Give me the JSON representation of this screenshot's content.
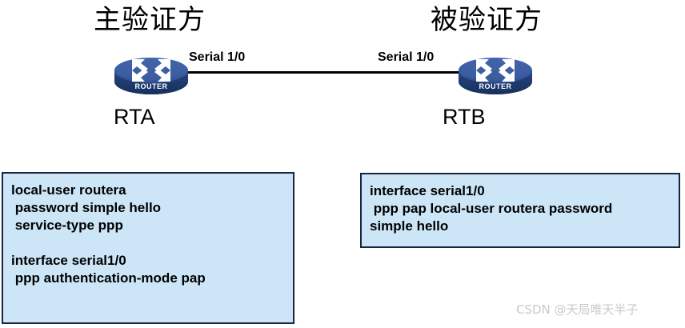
{
  "diagram": {
    "titles": {
      "authenticator": "主验证方",
      "authenticatee": "被验证方"
    },
    "devices": [
      {
        "id": "rta",
        "name": "RTA",
        "icon": "router-icon",
        "icon_label": "ROUTER"
      },
      {
        "id": "rtb",
        "name": "RTB",
        "icon": "router-icon",
        "icon_label": "ROUTER"
      }
    ],
    "link": {
      "left_interface": "Serial 1/0",
      "right_interface": "Serial 1/0"
    },
    "config_boxes": [
      {
        "id": "rta",
        "lines": [
          "local-user routera",
          " password simple hello",
          " service-type ppp",
          "",
          "interface serial1/0",
          " ppp authentication-mode pap"
        ]
      },
      {
        "id": "rtb",
        "lines": [
          "interface serial1/0",
          " ppp pap local-user routera password",
          "simple hello"
        ]
      }
    ],
    "watermark": "CSDN @天局唯天半子",
    "colors": {
      "router_body": "#3a5ca8",
      "router_base": "#1f3a6e",
      "box_fill": "#cce6f7",
      "box_border": "#1a2440",
      "line": "#000000",
      "watermark": "#c9c9c9"
    }
  }
}
